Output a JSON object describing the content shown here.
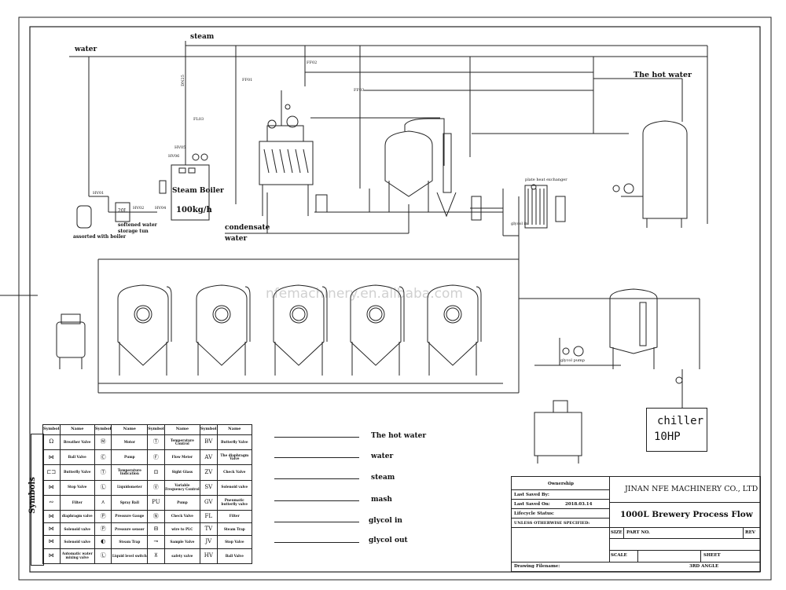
{
  "stream_labels": {
    "water": "water",
    "steam": "steam",
    "hot_water": "The hot water",
    "condensate_water_1": "condensate",
    "condensate_water_2": "water"
  },
  "equipment": {
    "boiler_line1": "Steam Boiler",
    "boiler_line2": "100kg/h",
    "softened_tank": "softened water",
    "softened_tank_2": "storage tun",
    "softened_volume": "20L",
    "assorted": "assorted with boiler",
    "chiller_line1": "chiller",
    "chiller_line2": "10HP",
    "plate_heat_exchanger": "plate heat exchanger",
    "glycol_in": "glycol in",
    "glycol_pump": "glycol pump"
  },
  "tags": {
    "ff01": "FF01",
    "ff02": "FF02",
    "ff03": "FF03",
    "hv01": "HV01",
    "hv02": "HV02",
    "hv04": "HV04",
    "hv05": "HV05",
    "hv06": "HV06",
    "dn25": "DN25",
    "fl03": "FL03"
  },
  "watermark": "nfemachinery.en.alibaba.com",
  "symbols": {
    "title": "Symbols",
    "headers": [
      "Symbol",
      "Name",
      "Symbol",
      "Name",
      "Symbol",
      "Name",
      "Symbol",
      "Name"
    ],
    "rows": [
      [
        "Ω",
        "Breather Valve",
        "Ⓜ",
        "Motor",
        "Ⓣ",
        "Temperature Control",
        "BV",
        "Butterfly Valve"
      ],
      [
        "⋈",
        "Ball Valve",
        "Ⓒ",
        "Pump",
        "Ⓕ",
        "Flow Meter",
        "AV",
        "The diaphragm Valve"
      ],
      [
        "⊏⊐",
        "Butterfly Valve",
        "Ⓣ",
        "Temperature Indication",
        "⊡",
        "Sight Glass",
        "ZV",
        "Check Valve"
      ],
      [
        "⋈",
        "Stop Valve",
        "Ⓛ",
        "Liquidometer",
        "Ⓥ",
        "Variable Frequency Control",
        "SV",
        "Solenoid valve"
      ],
      [
        "∾",
        "Filter",
        "⋏",
        "Spray Ball",
        "PU",
        "Pump",
        "GV",
        "Pneumatic butterfly valve"
      ],
      [
        "⋈",
        "diaphragm valve",
        "Ⓟ",
        "Pressure Gauge",
        "Ⓝ",
        "Check Valve",
        "FL",
        "Filter"
      ],
      [
        "⋈",
        "Solenoid valve",
        "Ⓟ",
        "Pressure sensor",
        "⊟",
        "wire to PLC",
        "TV",
        "Steam Trap"
      ],
      [
        "⋈",
        "Solenoid valve",
        "◐",
        "Steam Trap",
        "⊸",
        "Sample Valve",
        "JV",
        "Stop Valve"
      ],
      [
        "⋈",
        "Automatic water mixing valve",
        "Ⓛ",
        "Liquid level switch",
        "⊼",
        "safety valve",
        "HV",
        "Ball Valve"
      ]
    ]
  },
  "legend": [
    "The hot water",
    "water",
    "steam",
    "mash",
    "glycol in",
    "glycol out"
  ],
  "title_block": {
    "ownership": "Ownership",
    "last_saved_by": "Last Saved By:",
    "last_saved_on": "Last Saved On:",
    "date": "2018.03.14",
    "lifecycle": "Lifecycle Status:",
    "unless": "UNLESS OTHERWISE SPECIFIED:",
    "company": "JINAN NFE MACHINERY CO., LTD",
    "drawing_title": "1000L Brewery Process Flow",
    "size": "SIZE",
    "part_no": "PART NO.",
    "rev": "REV",
    "scale": "SCALE",
    "sheet": "SHEET",
    "drawing_filename": "Drawing Filename:",
    "angle": "3RD ANGLE"
  }
}
